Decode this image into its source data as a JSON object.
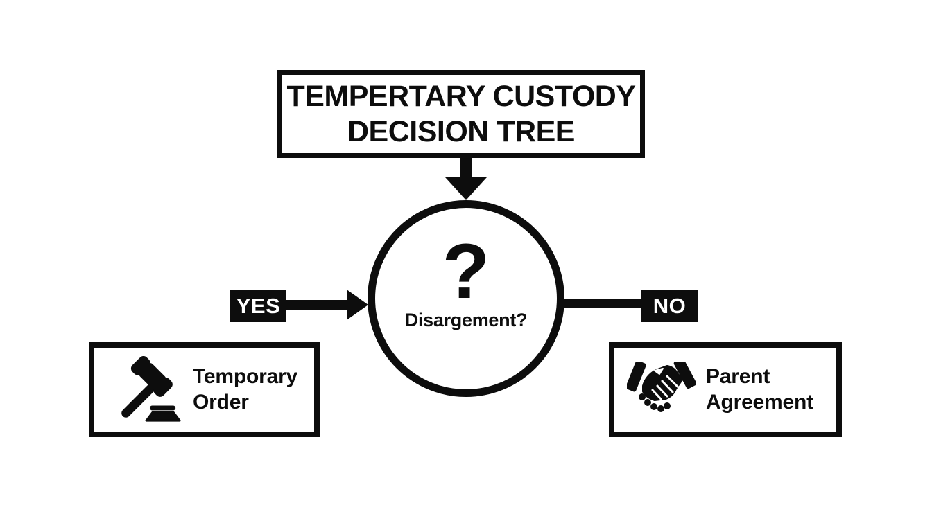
{
  "colors": {
    "background": "#ffffff",
    "ink": "#0d0d0d",
    "label_text": "#ffffff"
  },
  "title_box": {
    "line1": "TEMPERTARY CUSTODY",
    "line2": "DECISION TREE"
  },
  "decision": {
    "symbol": "?",
    "question": "Disargement?"
  },
  "branch_yes": {
    "label": "YES",
    "connector": "right-arrow-icon"
  },
  "branch_no": {
    "label": "NO",
    "connector": "plain-line"
  },
  "top_connector": "down-arrow-icon",
  "outcome_left": {
    "icon": "gavel-icon",
    "line1": "Temporary",
    "line2": "Order"
  },
  "outcome_right": {
    "icon": "handshake-icon",
    "line1": "Parent",
    "line2": "Agreement"
  }
}
